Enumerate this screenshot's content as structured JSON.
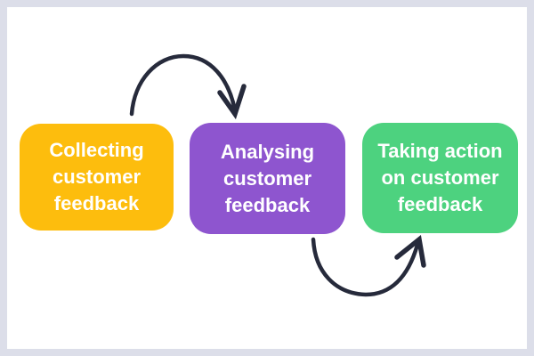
{
  "frame": {
    "border_color": "#dcdee9",
    "canvas_color": "#ffffff"
  },
  "steps": [
    {
      "label": "Collecting customer feedback",
      "lines": [
        "Collecting",
        "customer",
        "feedback"
      ],
      "fill": "#fdbd0d",
      "text_color": "#ffffff"
    },
    {
      "label": "Analysing customer feedback",
      "lines": [
        "Analysing",
        "customer",
        "feedback"
      ],
      "fill": "#8e55cf",
      "text_color": "#ffffff"
    },
    {
      "label": "Taking action on customer feedback",
      "lines": [
        "Taking action",
        "on customer",
        "feedback"
      ],
      "fill": "#4dd27f",
      "text_color": "#ffffff"
    }
  ],
  "arrows": {
    "color": "#262a3b",
    "connections": [
      {
        "from": "Collecting customer feedback",
        "to": "Analysing customer feedback"
      },
      {
        "from": "Analysing customer feedback",
        "to": "Taking action on customer feedback"
      }
    ]
  }
}
